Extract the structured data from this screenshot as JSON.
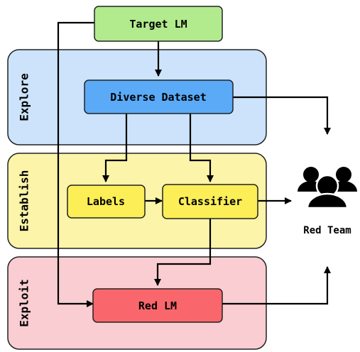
{
  "phases": {
    "explore": {
      "label": "Explore",
      "color": "#cce3fb"
    },
    "establish": {
      "label": "Establish",
      "color": "#fbf4a9"
    },
    "exploit": {
      "label": "Exploit",
      "color": "#f9cdd1"
    }
  },
  "nodes": {
    "target_lm": {
      "label": "Target LM",
      "color": "#b2eb8e"
    },
    "diverse_dataset": {
      "label": "Diverse Dataset",
      "color": "#5aaaf7"
    },
    "labels": {
      "label": "Labels",
      "color": "#fbee57"
    },
    "classifier": {
      "label": "Classifier",
      "color": "#fbee57"
    },
    "red_lm": {
      "label": "Red LM",
      "color": "#f9676c"
    }
  },
  "red_team": {
    "label": "Red Team",
    "icon": "people-group-icon"
  }
}
